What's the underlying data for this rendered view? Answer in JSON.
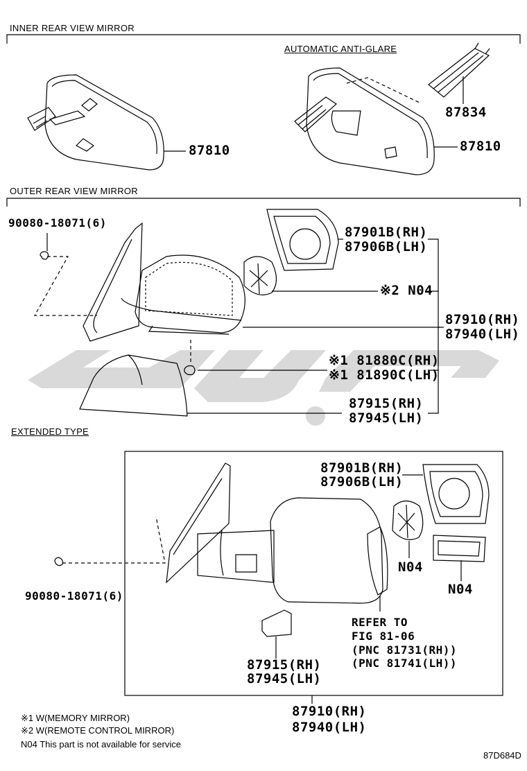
{
  "sections": {
    "inner": "INNER REAR VIEW MIRROR",
    "auto_anti_glare": "AUTOMATIC ANTI-GLARE",
    "outer": "OUTER REAR VIEW MIRROR",
    "extended": "EXTENDED TYPE"
  },
  "parts": {
    "p87810_a": "87810",
    "p87834": "87834",
    "p87810_b": "87810",
    "p90080_a": "90080-18071(6)",
    "p87901b_a": "87901B(RH)",
    "p87906b_a": "87906B(LH)",
    "n04_a": "※2 N04",
    "p87910_a": "87910(RH)",
    "p87940_a": "87940(LH)",
    "p81880c": "※1 81880C(RH)",
    "p81890c": "※1 81890C(LH)",
    "p87915_a": "87915(RH)",
    "p87945_a": "87945(LH)",
    "p87901b_b": "87901B(RH)",
    "p87906b_b": "87906B(LH)",
    "n04_b": "N04",
    "n04_c": "N04",
    "p90080_b": "90080-18071(6)",
    "refer1": "REFER TO",
    "refer2": "FIG 81-06",
    "refer3": "(PNC 81731(RH))",
    "refer4": "(PNC 81741(LH))",
    "p87915_b": "87915(RH)",
    "p87945_b": "87945(LH)",
    "p87910_b": "87910(RH)",
    "p87940_b": "87940(LH)"
  },
  "notes": {
    "n1": "※1 W(MEMORY MIRROR)",
    "n2": "※2 W(REMOTE CONTROL MIRROR)",
    "n3": "N04 This part is not available for service"
  },
  "figure_code": "87D684D"
}
